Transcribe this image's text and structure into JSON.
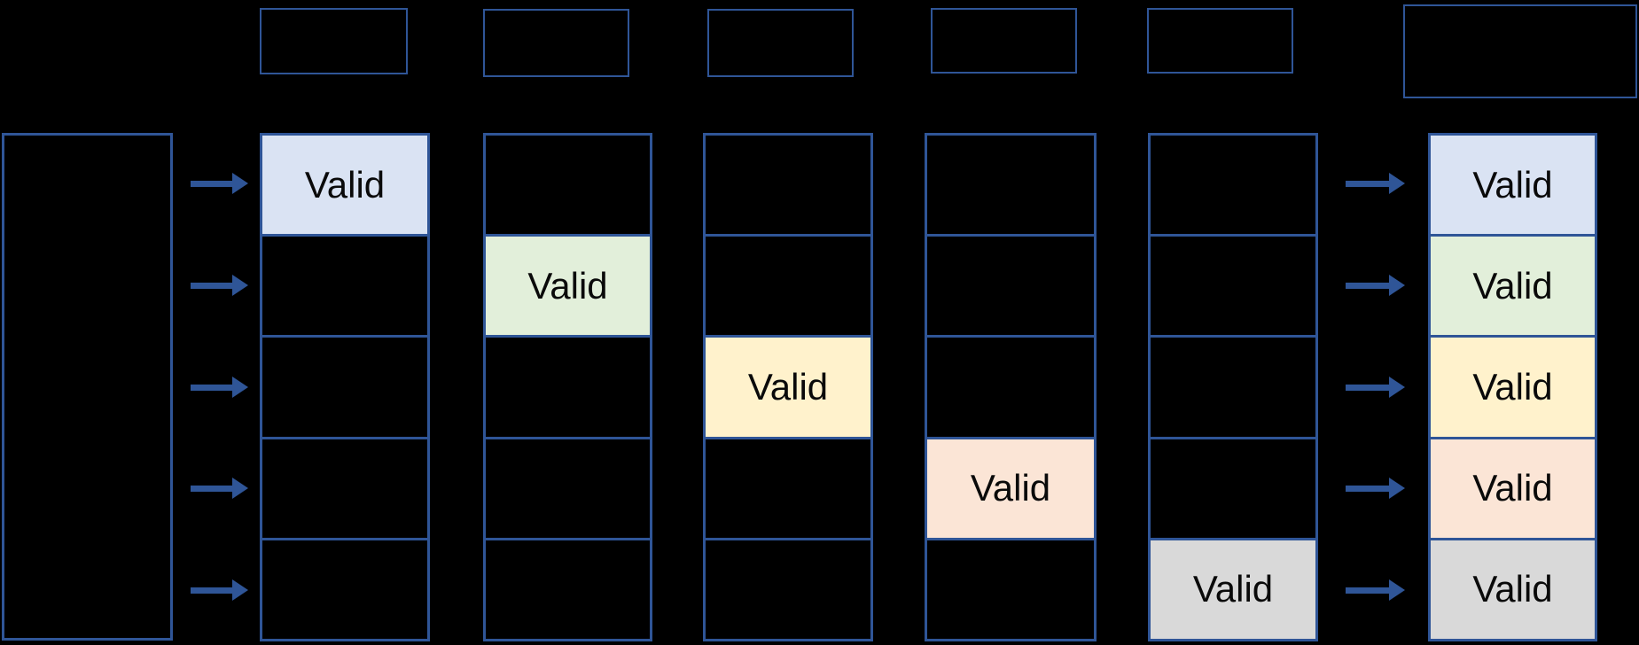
{
  "labels": {
    "valid": "Valid"
  },
  "colors": {
    "background": "#000000",
    "box_border": "#2f5597",
    "arrow": "#2f5597",
    "valid_blue": "#dae3f3",
    "valid_green": "#e2efda",
    "valid_yellow": "#fff2cc",
    "valid_peach": "#fbe5d6",
    "valid_gray": "#d9d9d9"
  },
  "diagram": {
    "num_data_columns": 5,
    "rows_per_column": 5,
    "top_boxes_count": 6,
    "valid_cells": [
      {
        "column": 1,
        "row": 1,
        "label": "Valid",
        "color": "#dae3f3"
      },
      {
        "column": 2,
        "row": 2,
        "label": "Valid",
        "color": "#e2efda"
      },
      {
        "column": 3,
        "row": 3,
        "label": "Valid",
        "color": "#fff2cc"
      },
      {
        "column": 4,
        "row": 4,
        "label": "Valid",
        "color": "#fbe5d6"
      },
      {
        "column": 5,
        "row": 5,
        "label": "Valid",
        "color": "#d9d9d9"
      }
    ],
    "result_column_rows": [
      {
        "row": 1,
        "label": "Valid",
        "color": "#dae3f3"
      },
      {
        "row": 2,
        "label": "Valid",
        "color": "#e2efda"
      },
      {
        "row": 3,
        "label": "Valid",
        "color": "#fff2cc"
      },
      {
        "row": 4,
        "label": "Valid",
        "color": "#fbe5d6"
      },
      {
        "row": 5,
        "label": "Valid",
        "color": "#d9d9d9"
      }
    ]
  }
}
